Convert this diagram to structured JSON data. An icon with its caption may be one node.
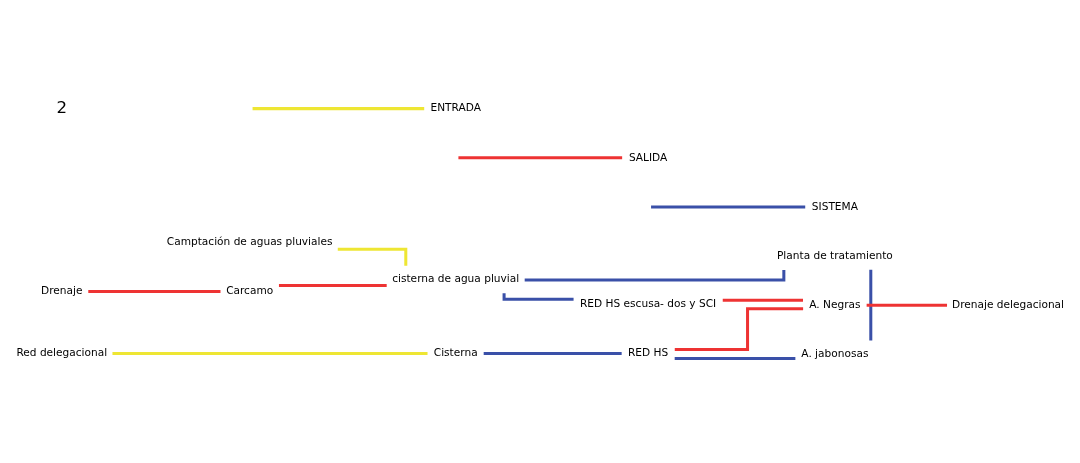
{
  "diagram": {
    "nodes": [
      {
        "text": [
          "Drenaje"
        ]
      },
      {
        "text": [
          "Camptación de aguas pluviales"
        ]
      },
      {
        "text": [
          "Carcamo"
        ]
      },
      {
        "text": [
          "cisterna de agua pluvial"
        ]
      },
      {
        "text": [
          "Planta de tratamiento"
        ]
      },
      {
        "text": [
          "RED HS escusa- dos y SCI"
        ]
      },
      {
        "text": [
          "Red delegacional"
        ]
      },
      {
        "text": [
          "Cisterna"
        ]
      },
      {
        "text": [
          "RED HS"
        ]
      },
      {
        "text": [
          "A. jabonosas"
        ]
      },
      {
        "text": [
          "A. Negras"
        ]
      },
      {
        "text": [
          "Drenaje delegacional"
        ]
      }
    ],
    "edges": [
      {
        "from": 0,
        "to": 2,
        "arrow": "none",
        "color": "#ee3333"
      },
      {
        "from": 1,
        "to": 3,
        "arrow": "none",
        "color": "#eee633"
      },
      {
        "from": 2,
        "to": 3,
        "arrow": "none",
        "color": "#ee3333"
      },
      {
        "from": 3,
        "to": 4,
        "arrow": "none",
        "color": "#3a50a8"
      },
      {
        "from": 3,
        "to": 5,
        "arrow": "none",
        "color": "#3a50a8"
      },
      {
        "from": 4,
        "to": 9,
        "arrow": "none",
        "color": "#3a50a8"
      },
      {
        "from": 6,
        "to": 7,
        "arrow": "none",
        "color": "#eee633"
      },
      {
        "from": 7,
        "to": 8,
        "arrow": "none",
        "color": "#3a50a8"
      },
      {
        "from": 8,
        "to": 9,
        "arrow": "none",
        "color": "#3a50a8"
      },
      {
        "from": 5,
        "to": 10,
        "arrow": "none",
        "color": "#ee3333"
      },
      {
        "from": 8,
        "to": 10,
        "arrow": "none",
        "color": "#ee3333"
      },
      {
        "from": 10,
        "to": 11,
        "arrow": "none",
        "color": "#ee3333"
      }
    ],
    "labels": [
      "2"
    ],
    "legend": [
      {
        "text": "ENTRADA",
        "color": "#eee633"
      },
      {
        "text": "SALIDA",
        "color": "#ee3333"
      },
      {
        "text": "SISTEMA",
        "color": "#3a50a8"
      }
    ]
  }
}
